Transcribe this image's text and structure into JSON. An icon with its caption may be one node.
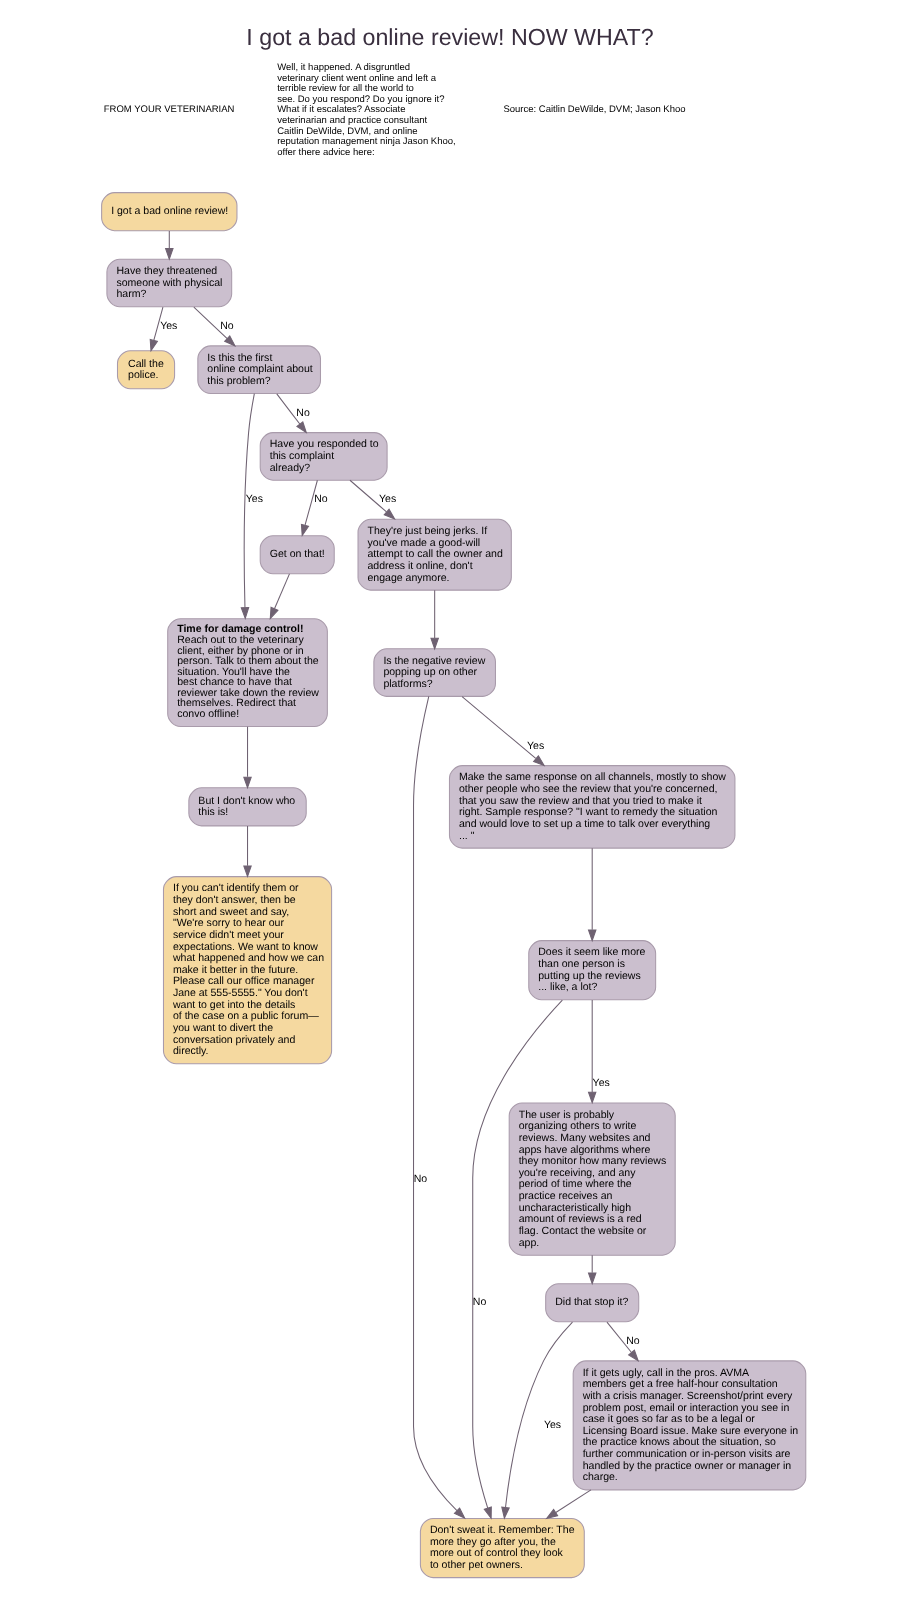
{
  "diagram": {
    "title": "I got a bad online review! NOW WHAT?",
    "nodes": [
      {
        "text": [
          "I got a bad online review!"
        ]
      },
      {
        "text": [
          "Have they threatened someone with physical harm?"
        ]
      },
      {
        "text": [
          "Call the police."
        ]
      },
      {
        "text": [
          "Is this the first online complaint about this problem?"
        ]
      },
      {
        "text": [
          "Time for damage control!",
          "Reach out to the veterinary client, either by phone or in person. Talk to them about the situation. You'll have the best chance to have that reviewer take down the review themselves. Redirect that convo offline!"
        ]
      },
      {
        "text": [
          "But I don't know who this is!"
        ]
      },
      {
        "text": [
          "If you can't identify them or they don't answer, then be short and sweet and say, \"We're sorry to hear our service didn't meet your expectations. We want to know what happened and how we can make it better in the future. Please call our office manager Jane at 555-5555.\" You don't want to get into the details of the case on a public forum— you want to divert the conversation privately and directly."
        ]
      },
      {
        "text": [
          "Have you responded to this complaint already?"
        ]
      },
      {
        "text": [
          "Get on that!"
        ]
      },
      {
        "text": [
          "They're just being jerks. If you've made a good-will attempt to call the owner and address it online, don't engage anymore."
        ]
      },
      {
        "text": [
          "Don't sweat it. Remember: The more they go after you, the more out of control they look to other pet owners."
        ]
      },
      {
        "text": [
          "Is the negative review popping up on other platforms?"
        ]
      },
      {
        "text": [
          "Make the same response on all channels, mostly to show other people who see the review that you're concerned, that you saw the review and that you tried to make it right. Sample response? \"I want to remedy the situation and would love to set up a time to talk over everything ... \""
        ]
      },
      {
        "text": [
          "Does it seem like more than one person is putting up the reviews ... like, a lot?"
        ]
      },
      {
        "text": [
          "The user is probably organizing others to write reviews. Many websites and apps have algorithms where they monitor how many reviews you're receiving, and any period of time where the practice receives an uncharacteristically high amount of reviews is a red flag. Contact the website or app."
        ]
      },
      {
        "text": [
          "Did that stop it?"
        ]
      },
      {
        "text": [
          "If it gets ugly, call in the pros. AVMA members get a free half-hour consultation with a crisis manager. Screenshot/print every problem post, email or interaction you see in case it goes so far as to be a legal or Licensing Board issue. Make sure everyone in the practice knows about the situation, so further communication or in-person visits are handled by the practice owner or manager in charge."
        ]
      }
    ],
    "edges": [
      {
        "from": 0,
        "to": 1,
        "arrow": "to"
      },
      {
        "from": 1,
        "to": 2,
        "arrow": "to",
        "label": "Yes"
      },
      {
        "from": 1,
        "to": 3,
        "arrow": "to",
        "label": "No"
      },
      {
        "from": 3,
        "to": 4,
        "arrow": "to",
        "label": "Yes"
      },
      {
        "from": 3,
        "to": 7,
        "arrow": "to",
        "label": "No"
      },
      {
        "from": 4,
        "to": 5,
        "arrow": "to"
      },
      {
        "from": 5,
        "to": 6,
        "arrow": "to"
      },
      {
        "from": 7,
        "to": 8,
        "arrow": "to",
        "label": "No"
      },
      {
        "from": 8,
        "to": 4,
        "arrow": "to"
      },
      {
        "from": 7,
        "to": 9,
        "arrow": "to",
        "label": "Yes"
      },
      {
        "from": 9,
        "to": 11,
        "arrow": "to"
      },
      {
        "from": 11,
        "to": 12,
        "arrow": "to",
        "label": "Yes"
      },
      {
        "from": 11,
        "to": 10,
        "arrow": "to",
        "label": "No"
      },
      {
        "from": 12,
        "to": 13,
        "arrow": "to"
      },
      {
        "from": 13,
        "to": 14,
        "arrow": "to",
        "label": "Yes"
      },
      {
        "from": 13,
        "to": 10,
        "arrow": "to",
        "label": "No"
      },
      {
        "from": 14,
        "to": 15,
        "arrow": "to"
      },
      {
        "from": 15,
        "to": 10,
        "arrow": "to",
        "label": "Yes"
      },
      {
        "from": 15,
        "to": 16,
        "arrow": "to",
        "label": "No"
      },
      {
        "from": 16,
        "to": 10,
        "arrow": "to"
      }
    ],
    "labels": [
      "FROM YOUR VETERINARIAN",
      "Well, it happened. A disgruntled veterinary client went online and left a terrible review for all the world to see. Do you respond? Do you ignore it? What if it escalates? Associate veterinarian and practice consultant Caitlin DeWilde, DVM, and online reputation management ninja Jason Khoo, offer there advice here:",
      "Source: Caitlin DeWilde, DVM; Jason Khoo"
    ]
  }
}
